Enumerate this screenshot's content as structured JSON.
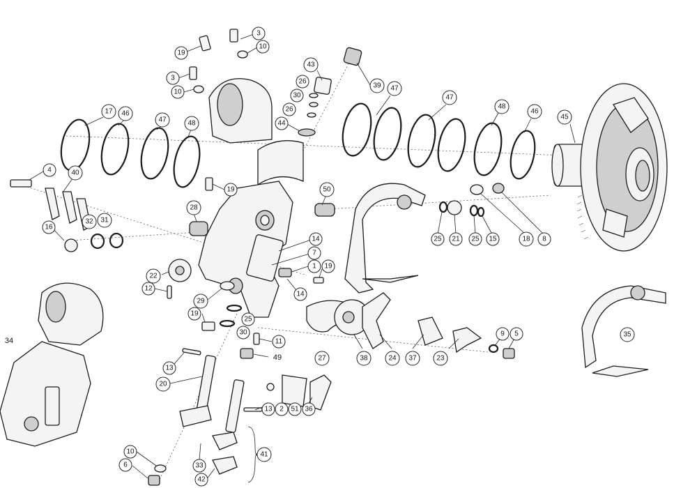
{
  "diagram": {
    "callouts": {
      "c19a": "19",
      "c3a": "3",
      "c10a": "10",
      "c3b": "3",
      "c10b": "10",
      "c43": "43",
      "c39": "39",
      "c26a": "26",
      "c30a": "30",
      "c26b": "26",
      "c44": "44",
      "c47a": "47",
      "c47b": "47",
      "c48a": "48",
      "c46a": "46",
      "c45": "45",
      "c17": "17",
      "c46b": "46",
      "c47c": "47",
      "c48b": "48",
      "c4": "4",
      "c40": "40",
      "c19b": "19",
      "c50": "50",
      "c16": "16",
      "c32": "32",
      "c31": "31",
      "c28": "28",
      "c25a": "25",
      "c21": "21",
      "c25b": "25",
      "c15": "15",
      "c18": "18",
      "c8": "8",
      "c14a": "14",
      "c7": "7",
      "c1": "1",
      "c19c": "19",
      "c22": "22",
      "c12": "12",
      "c14b": "14",
      "c29": "29",
      "c19d": "19",
      "c25c": "25",
      "c30b": "30",
      "c11": "11",
      "c9": "9",
      "c5": "5",
      "c35": "35",
      "c27": "27",
      "c38": "38",
      "c24": "24",
      "c37": "37",
      "c23": "23",
      "c13a": "13",
      "c20": "20",
      "c13b": "13",
      "c2": "2",
      "c51": "51",
      "c36": "36",
      "c41": "41",
      "c10c": "10",
      "c6": "6",
      "c33": "33",
      "c42": "42"
    },
    "plain_labels": {
      "p34": "34",
      "p49": "49"
    }
  }
}
